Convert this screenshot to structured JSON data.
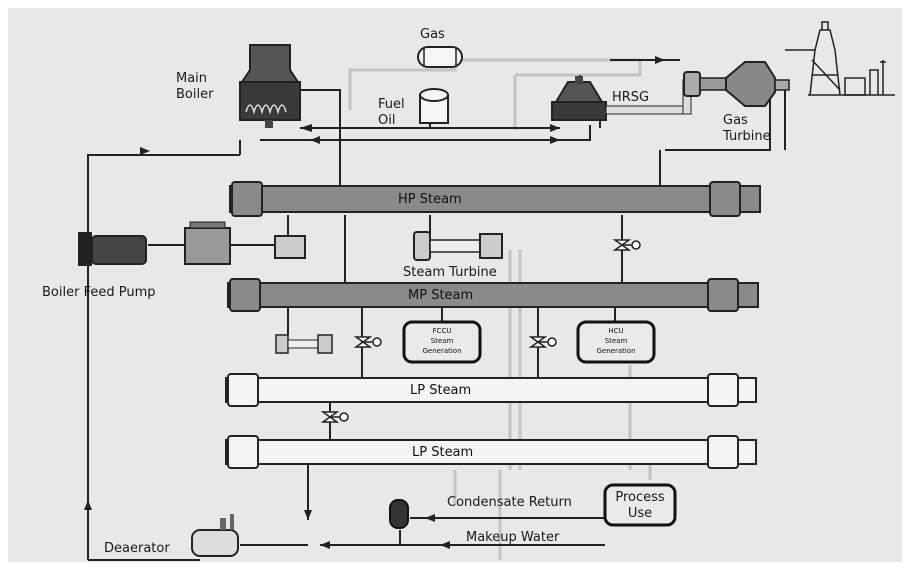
{
  "labels": {
    "gas": "Gas",
    "main_boiler_line1": "Main",
    "main_boiler_line2": "Boiler",
    "fuel_oil_line1": "Fuel",
    "fuel_oil_line2": "Oil",
    "hrsg": "HRSG",
    "gas_turbine_line1": "Gas",
    "gas_turbine_line2": "Turbine",
    "steam_turbine": "Steam Turbine",
    "boiler_feed_pump": "Boiler Feed Pump",
    "deaerator": "Deaerator",
    "condensate_return": "Condensate Return",
    "makeup_water": "Makeup Water",
    "process_use_line1": "Process",
    "process_use_line2": "Use"
  },
  "headers": {
    "hp": "HP Steam",
    "mp": "MP Steam",
    "lp1": "LP Steam",
    "lp2": "LP Steam"
  },
  "units": {
    "fccu": [
      "FCCU",
      "Steam",
      "Generation"
    ],
    "hcu": [
      "HCU",
      "Steam",
      "Generation"
    ]
  },
  "colors": {
    "background": "#e8e8e8",
    "header_dark": "#8a8a8a",
    "header_light": "#f4f4f4",
    "pipe_dark": "#222222",
    "pipe_light": "#c8c8c8"
  }
}
